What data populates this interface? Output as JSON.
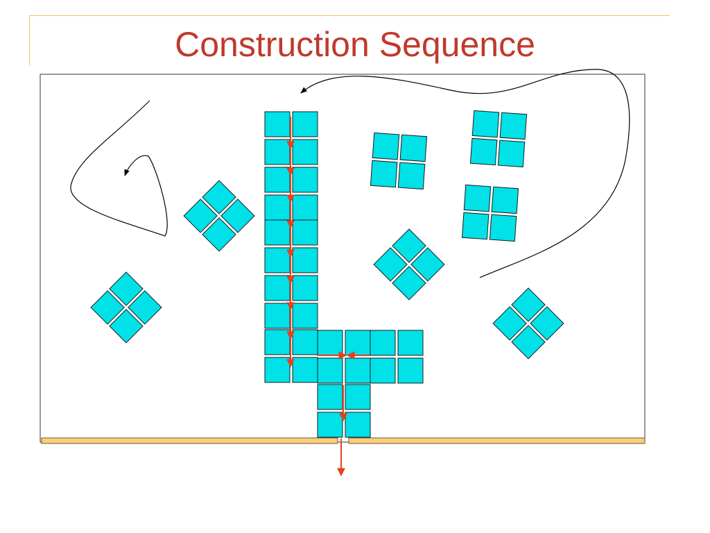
{
  "slide": {
    "title": "Construction Sequence"
  },
  "colors": {
    "title": "#c0392b",
    "tile_fill": "#00e1e8",
    "tile_stroke": "#1a1a1a",
    "arrow": "#e8401c",
    "ground_fill": "#f9cf7a",
    "ground_stroke": "#6b5a36",
    "accent_line": "#f2c25b",
    "curve": "#000000"
  },
  "icons": {
    "tile": "square-tile",
    "flow_arrow": "down-arrow",
    "motion_path": "curved-arrow"
  }
}
